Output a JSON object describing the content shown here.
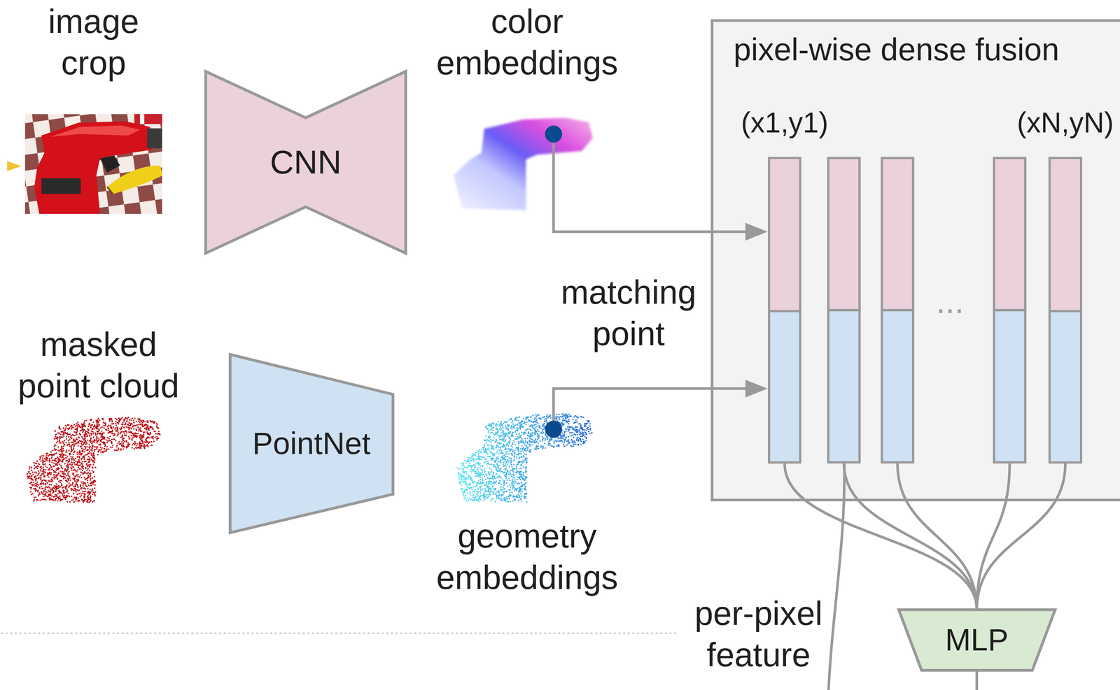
{
  "diagram": {
    "nodes": [
      {
        "text": [
          "image crop"
        ]
      },
      {
        "text": [
          "CNN"
        ]
      },
      {
        "text": [
          "color embeddings"
        ]
      },
      {
        "text": [
          "pixel-wise dense fusion"
        ]
      },
      {
        "text": [
          "(x1,y1)"
        ],
        "in": 3
      },
      {
        "text": [
          "(xN,yN)"
        ],
        "in": 3
      },
      {
        "text": [
          "masked point cloud"
        ]
      },
      {
        "text": [
          "PointNet"
        ]
      },
      {
        "text": [
          "geometry embeddings"
        ]
      },
      {
        "text": [
          "MLP"
        ]
      }
    ],
    "edges": [
      {
        "from": 2,
        "to": 4,
        "arrow": "to"
      },
      {
        "from": 8,
        "to": 4,
        "arrow": "to"
      },
      {
        "from": 4,
        "to": 9,
        "arrow": "none"
      },
      {
        "from": 5,
        "to": 9,
        "arrow": "none"
      }
    ],
    "labels": [
      "matching point",
      "...",
      "per-pixel feature"
    ]
  }
}
